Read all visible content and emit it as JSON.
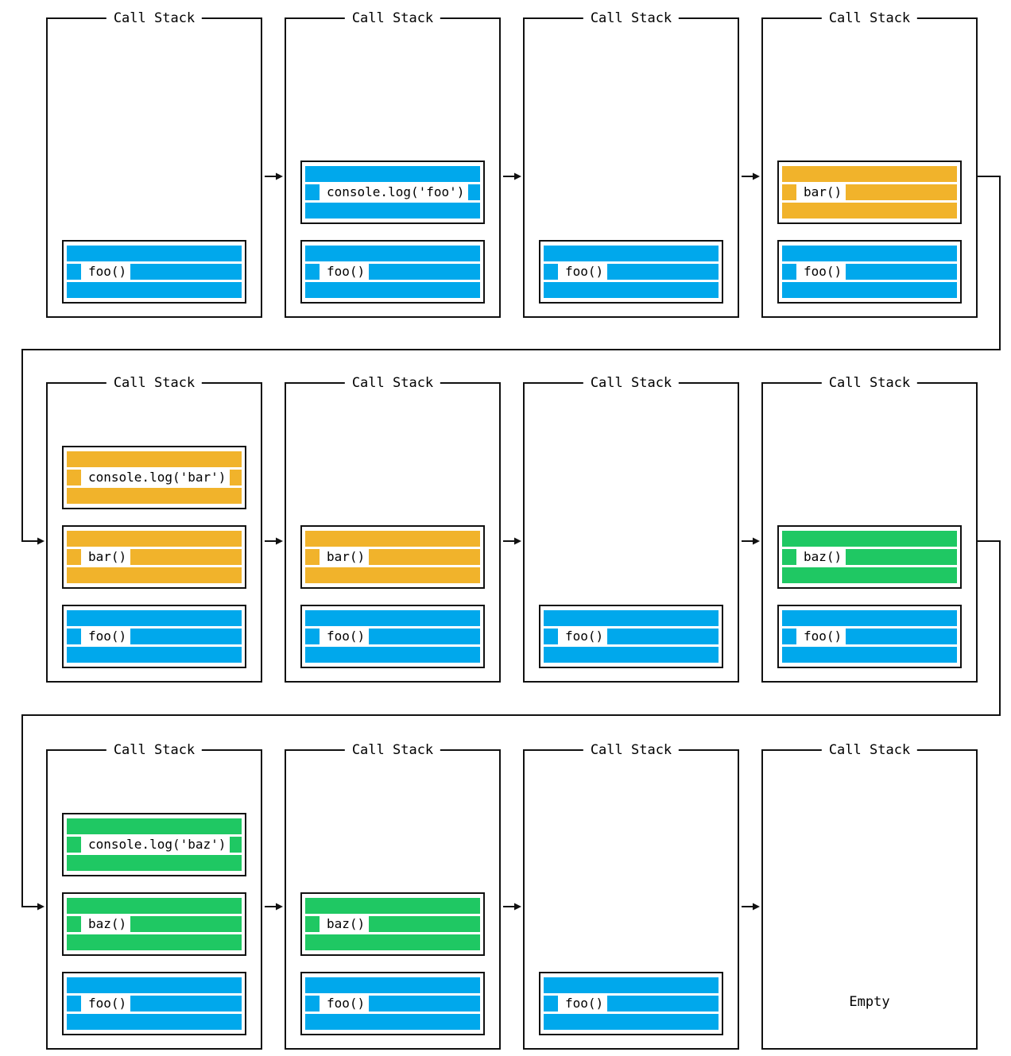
{
  "diagram": {
    "panel_title": "Call Stack",
    "empty_label": "Empty",
    "colors": {
      "blue": "#00A8EC",
      "yellow": "#F1B32B",
      "green": "#1FC863",
      "line": "#111111"
    },
    "panels": [
      {
        "row": 0,
        "col": 0,
        "frames": [
          {
            "label": "foo()",
            "color": "blue",
            "slot": "bottom"
          }
        ]
      },
      {
        "row": 0,
        "col": 1,
        "frames": [
          {
            "label": "console.log('foo')",
            "color": "blue",
            "slot": "middle"
          },
          {
            "label": "foo()",
            "color": "blue",
            "slot": "bottom"
          }
        ]
      },
      {
        "row": 0,
        "col": 2,
        "frames": [
          {
            "label": "foo()",
            "color": "blue",
            "slot": "bottom"
          }
        ]
      },
      {
        "row": 0,
        "col": 3,
        "frames": [
          {
            "label": "bar()",
            "color": "yellow",
            "slot": "middle"
          },
          {
            "label": "foo()",
            "color": "blue",
            "slot": "bottom"
          }
        ]
      },
      {
        "row": 1,
        "col": 0,
        "frames": [
          {
            "label": "console.log('bar')",
            "color": "yellow",
            "slot": "top"
          },
          {
            "label": "bar()",
            "color": "yellow",
            "slot": "middle"
          },
          {
            "label": "foo()",
            "color": "blue",
            "slot": "bottom"
          }
        ]
      },
      {
        "row": 1,
        "col": 1,
        "frames": [
          {
            "label": "bar()",
            "color": "yellow",
            "slot": "middle"
          },
          {
            "label": "foo()",
            "color": "blue",
            "slot": "bottom"
          }
        ]
      },
      {
        "row": 1,
        "col": 2,
        "frames": [
          {
            "label": "foo()",
            "color": "blue",
            "slot": "bottom"
          }
        ]
      },
      {
        "row": 1,
        "col": 3,
        "frames": [
          {
            "label": "baz()",
            "color": "green",
            "slot": "middle"
          },
          {
            "label": "foo()",
            "color": "blue",
            "slot": "bottom"
          }
        ]
      },
      {
        "row": 2,
        "col": 0,
        "frames": [
          {
            "label": "console.log('baz')",
            "color": "green",
            "slot": "top"
          },
          {
            "label": "baz()",
            "color": "green",
            "slot": "middle"
          },
          {
            "label": "foo()",
            "color": "blue",
            "slot": "bottom"
          }
        ]
      },
      {
        "row": 2,
        "col": 1,
        "frames": [
          {
            "label": "baz()",
            "color": "green",
            "slot": "middle"
          },
          {
            "label": "foo()",
            "color": "blue",
            "slot": "bottom"
          }
        ]
      },
      {
        "row": 2,
        "col": 2,
        "frames": [
          {
            "label": "foo()",
            "color": "blue",
            "slot": "bottom"
          }
        ]
      },
      {
        "row": 2,
        "col": 3,
        "frames": [],
        "empty": true
      }
    ]
  }
}
